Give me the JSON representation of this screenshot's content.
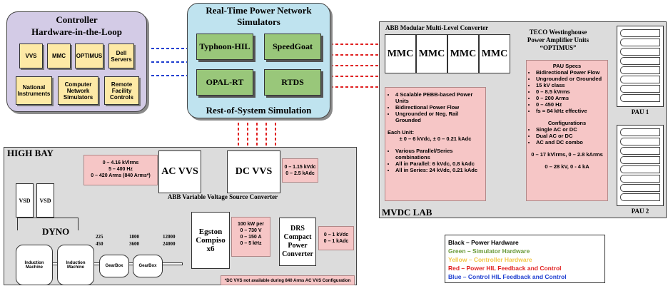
{
  "controller": {
    "title_line1": "Controller",
    "title_line2": "Hardware-in-the-Loop",
    "boxes": [
      "VVS",
      "MMC",
      "OPTIMUS",
      "Dell Servers",
      "National Instruments",
      "Computer Network Simulators",
      "Remote Facility Controls"
    ]
  },
  "simulator": {
    "title_line1": "Real-Time Power Network",
    "title_line2": "Simulators",
    "boxes": [
      "Typhoon-HIL",
      "SpeedGoat",
      "OPAL-RT",
      "RTDS"
    ],
    "footer": "Rest-of-System Simulation"
  },
  "mvdc": {
    "abb_title": "ABB Modular Multi-Level Converter",
    "mmc_labels": [
      "MMC",
      "MMC",
      "MMC",
      "MMC"
    ],
    "mmc_specs": [
      "4 Scalable PEBB-based Power Units",
      "Bidirectional Power Flow",
      "Ungrounded or Neg. Rail Grounded"
    ],
    "each_unit_label": "Each Unit:",
    "each_unit_value": "± 0 – 6 kVdc, ± 0 – 0.21 kAdc",
    "mmc_specs2": [
      "Various Parallel/Series combinations",
      "All in Parallel: 6 kVdc, 0.8 kAdc",
      "All in Series: 24 kVdc, 0.21 kAdc"
    ],
    "teco_title_line1": "TECO Westinghouse",
    "teco_title_line2": "Power Amplifier Units",
    "teco_title_line3": "“OPTIMUS”",
    "pau_specs_title": "PAU Specs",
    "pau_specs": [
      "Bidirectional Power Flow",
      "Ungrounded or Grounded",
      "15 kV class",
      "0 – 8.5 kVrms",
      "0 – 200 Arms",
      "0 – 450 Hz",
      "fs = 84 kHz effective"
    ],
    "config_title": "Configurations",
    "configs": [
      "Single AC or DC",
      "Dual AC or DC",
      "AC and DC combo"
    ],
    "pau_range1": "0 – 17 kVlrms, 0 – 2.8 kArms",
    "pau_range2": "0 – 28 kV, 0 - 4 kA",
    "pau1_label": "PAU 1",
    "pau2_label": "PAU 2",
    "lab_label": "MVDC LAB"
  },
  "highbay": {
    "label": "HIGH BAY",
    "ac_spec": [
      "0 – 4.16 kVlrms",
      "5 – 400 Hz",
      "0 – 420 Arms (840 Arms*)"
    ],
    "ac_vvs": "AC VVS",
    "dc_vvs": "DC VVS",
    "dc_spec": [
      "0 – 1.15 kVdc",
      "0 – 2.5 kAdc"
    ],
    "abb_vvs_label": "ABB Variable Voltage Source Converter",
    "vsd1": "VSD",
    "vsd2": "VSD",
    "dyno": "DYNO",
    "ratio1_top": "225",
    "ratio1_bot": "450",
    "ratio2_top": "1800",
    "ratio2_bot": "3600",
    "ratio3_top": "12000",
    "ratio3_bot": "24000",
    "induction1": "Induction Machine",
    "induction2": "Induction Machine",
    "gearbox1": "GearBox",
    "gearbox2": "GearBox",
    "egston": "Egston Compiso x6",
    "egston_spec": [
      "100 kW per",
      "0 – 730 V",
      "0 – 150 A",
      "0 – 5 kHz"
    ],
    "drs": "DRS Compact Power Converter",
    "drs_spec": [
      "0 – 1 kVdc",
      "0 – 1 kAdc"
    ],
    "footnote": "*DC VVS not available during 840 Arms AC VVS Configuration"
  },
  "legend": [
    {
      "text": "Black – Power Hardware",
      "color": "#000000"
    },
    {
      "text": "Green – Simulator Hardware",
      "color": "#6a9a3a"
    },
    {
      "text": "Yellow – Controller Hardware",
      "color": "#f2c94c"
    },
    {
      "text": "Red – Power HIL Feedback and Control",
      "color": "#e02020"
    },
    {
      "text": "Blue – Control HIL Feedback and Control",
      "color": "#1f3fd0"
    }
  ],
  "colors": {
    "controller_bg": "#d3cbe6",
    "simulator_bg": "#bfe3ef",
    "gray_bg": "#dcdcdc",
    "red_link": "#e02020",
    "blue_link": "#1f3fd0"
  }
}
